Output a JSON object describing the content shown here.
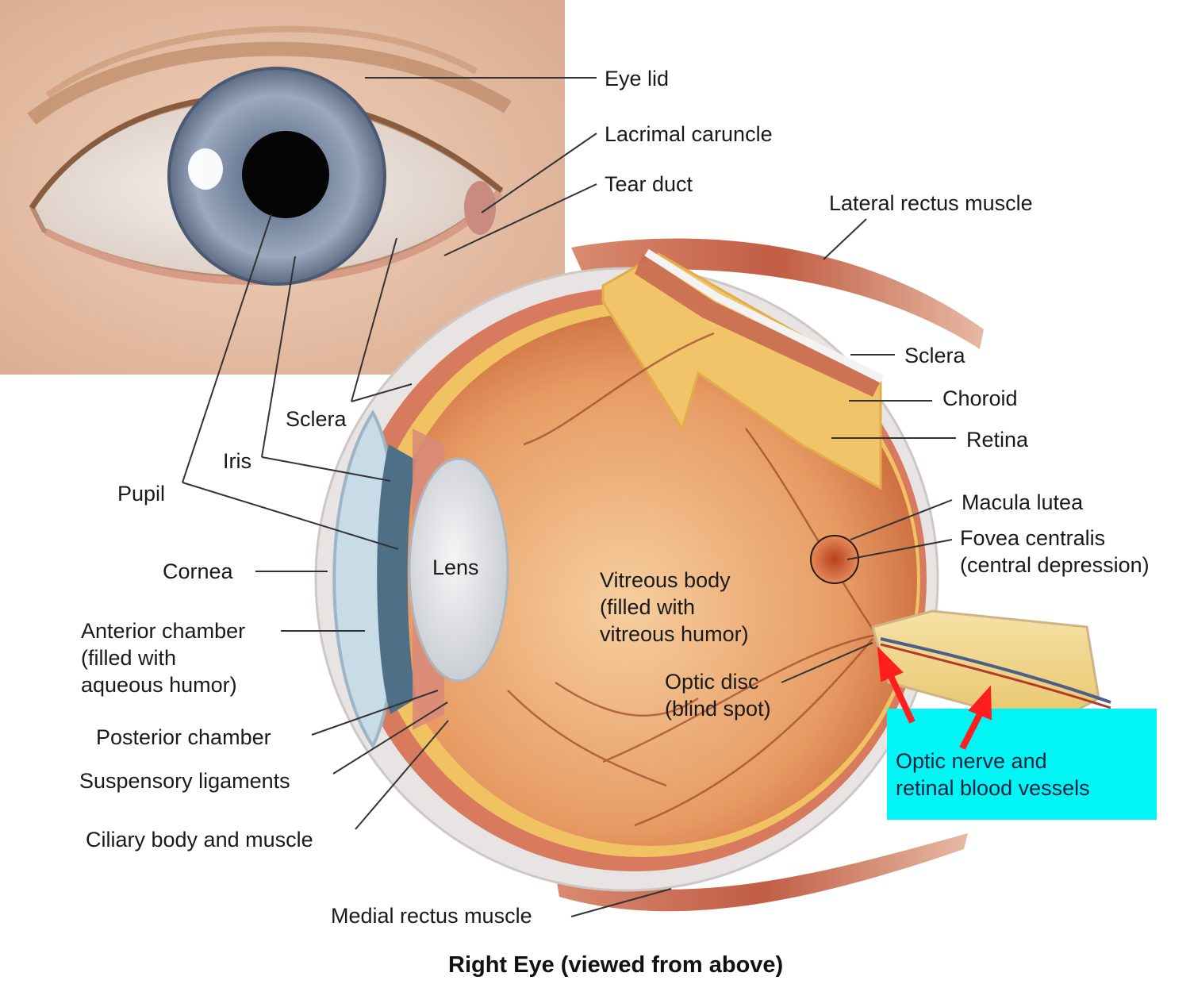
{
  "caption": "Right Eye (viewed from above)",
  "colors": {
    "callout_background": "#00f5f5",
    "callout_arrows": "#ff1e1e",
    "iris": "#8d9db2",
    "vitreous": "#e9a36e",
    "muscle": "#c9694f",
    "retina_band": "#f2c45a"
  },
  "labels": {
    "eye_lid": "Eye lid",
    "lacrimal_caruncle": "Lacrimal caruncle",
    "tear_duct": "Tear duct",
    "lateral_rectus_muscle": "Lateral rectus muscle",
    "sclera_right": "Sclera",
    "choroid": "Choroid",
    "retina": "Retina",
    "macula_lutea": "Macula lutea",
    "fovea_centralis": "Fovea centralis\n(central depression)",
    "sclera_left": "Sclera",
    "iris": "Iris",
    "pupil": "Pupil",
    "cornea": "Cornea",
    "lens": "Lens",
    "vitreous_body": "Vitreous body\n(filled with\nvitreous humor)",
    "optic_disc": "Optic disc\n(blind spot)",
    "anterior_chamber": "Anterior chamber\n(filled with\naqueous humor)",
    "posterior_chamber": "Posterior chamber",
    "suspensory_ligaments": "Suspensory ligaments",
    "ciliary_body": "Ciliary body and muscle",
    "medial_rectus_muscle": "Medial rectus muscle",
    "optic_nerve": "Optic nerve and\nretinal blood vessels"
  }
}
